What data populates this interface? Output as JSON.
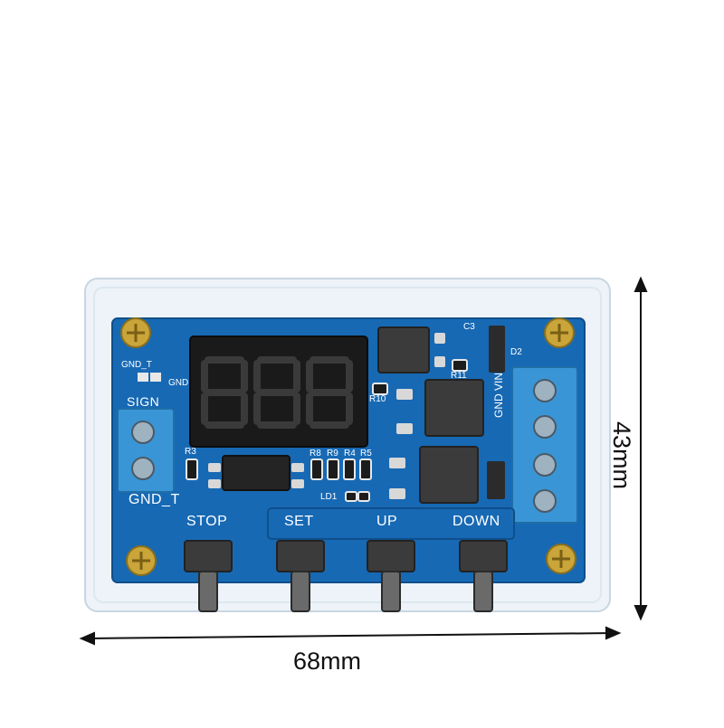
{
  "dimensions": {
    "width_label": "68mm",
    "height_label": "43mm"
  },
  "board": {
    "buttons": [
      "STOP",
      "SET",
      "UP",
      "DOWN"
    ],
    "left_terminal_top": "SIGN",
    "left_terminal_bottom": "GND_T",
    "right_terminal_labels": [
      "GND",
      "VIN"
    ],
    "jumper_label_left": "GND_T",
    "jumper_label_right": "GND",
    "display_digits": "888",
    "silkscreen": [
      "R3",
      "R8",
      "R9",
      "R4",
      "R5",
      "LD1",
      "R10",
      "R11",
      "C3",
      "D2"
    ]
  },
  "colors": {
    "pcb": "#1769b4",
    "terminal": "#3a95d6",
    "display": "#1a1a1a",
    "case": "#eaf1f7"
  }
}
